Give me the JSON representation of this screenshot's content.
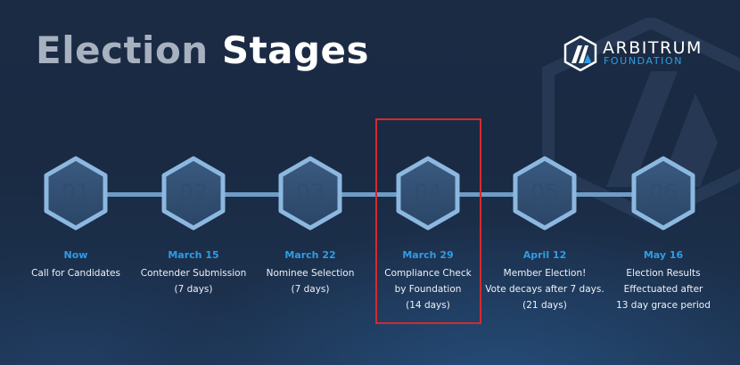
{
  "title": {
    "word1": "Election",
    "word2": "Stages"
  },
  "logo": {
    "name": "ARBITRUM",
    "sub": "FOUNDATION",
    "icon": "arbitrum-logo-icon"
  },
  "colors": {
    "accent": "#2e9ce6",
    "highlight": "#d8282e",
    "background": "#1a2a43"
  },
  "stages": [
    {
      "num": "01",
      "date": "Now",
      "lines": [
        "Call for Candidates"
      ]
    },
    {
      "num": "02",
      "date": "March 15",
      "lines": [
        "Contender Submission",
        "(7 days)"
      ]
    },
    {
      "num": "03",
      "date": "March 22",
      "lines": [
        "Nominee Selection",
        "(7 days)"
      ]
    },
    {
      "num": "04",
      "date": "March 29",
      "lines": [
        "Compliance Check",
        "by Foundation",
        "(14 days)"
      ]
    },
    {
      "num": "05",
      "date": "April 12",
      "lines": [
        "Member Election!",
        "Vote decays after 7 days.",
        "(21 days)"
      ]
    },
    {
      "num": "06",
      "date": "May 16",
      "lines": [
        "Election Results",
        "Effectuated after",
        "13 day grace period"
      ]
    }
  ]
}
